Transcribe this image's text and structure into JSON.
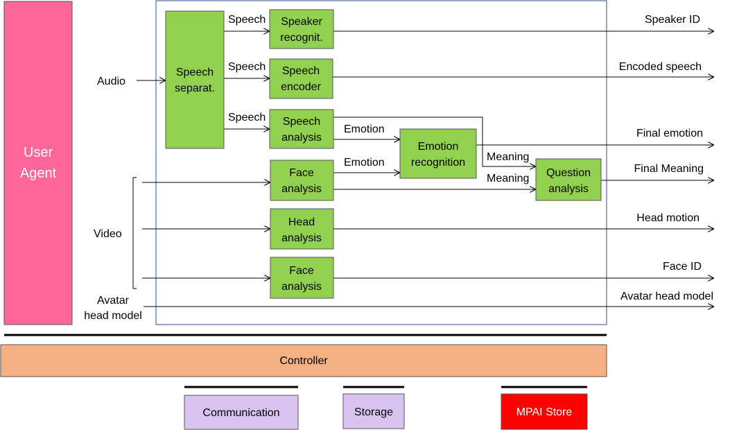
{
  "user_agent": {
    "line1": "User",
    "line2": "Agent"
  },
  "inputs": {
    "audio": "Audio",
    "video": "Video",
    "avatar_line1": "Avatar",
    "avatar_line2": "head model"
  },
  "modules": {
    "speech_separation": {
      "line1": "Speech",
      "line2": "separat."
    },
    "speaker_recognition": {
      "line1": "Speaker",
      "line2": "recognit."
    },
    "speech_encoder": {
      "line1": "Speech",
      "line2": "encoder"
    },
    "speech_analysis": {
      "line1": "Speech",
      "line2": "analysis"
    },
    "emotion_recognition": {
      "line1": "Emotion",
      "line2": "recognition"
    },
    "face_analysis_1": {
      "line1": "Face",
      "line2": "analysis"
    },
    "question_analysis": {
      "line1": "Question",
      "line2": "analysis"
    },
    "head_analysis": {
      "line1": "Head",
      "line2": "analysis"
    },
    "face_analysis_2": {
      "line1": "Face",
      "line2": "analysis"
    }
  },
  "edge_labels": {
    "speech_1": "Speech",
    "speech_2": "Speech",
    "speech_3": "Speech",
    "emotion_1": "Emotion",
    "emotion_2": "Emotion",
    "meaning_1": "Meaning",
    "meaning_2": "Meaning"
  },
  "outputs": {
    "speaker_id": "Speaker ID",
    "encoded_speech": "Encoded speech",
    "final_emotion": "Final emotion",
    "final_meaning": "Final Meaning",
    "head_motion": "Head motion",
    "face_id": "Face ID",
    "avatar_head_model": "Avatar head model"
  },
  "controller": "Controller",
  "services": {
    "communication": "Communication",
    "storage": "Storage",
    "mpai_store": "MPAI Store"
  },
  "colors": {
    "user_agent": "#FF6699",
    "module": "#92D050",
    "controller": "#F4B183",
    "service": "#D9C3F0",
    "mpai_store": "#FF0000",
    "frame": "#2F4F7F"
  }
}
